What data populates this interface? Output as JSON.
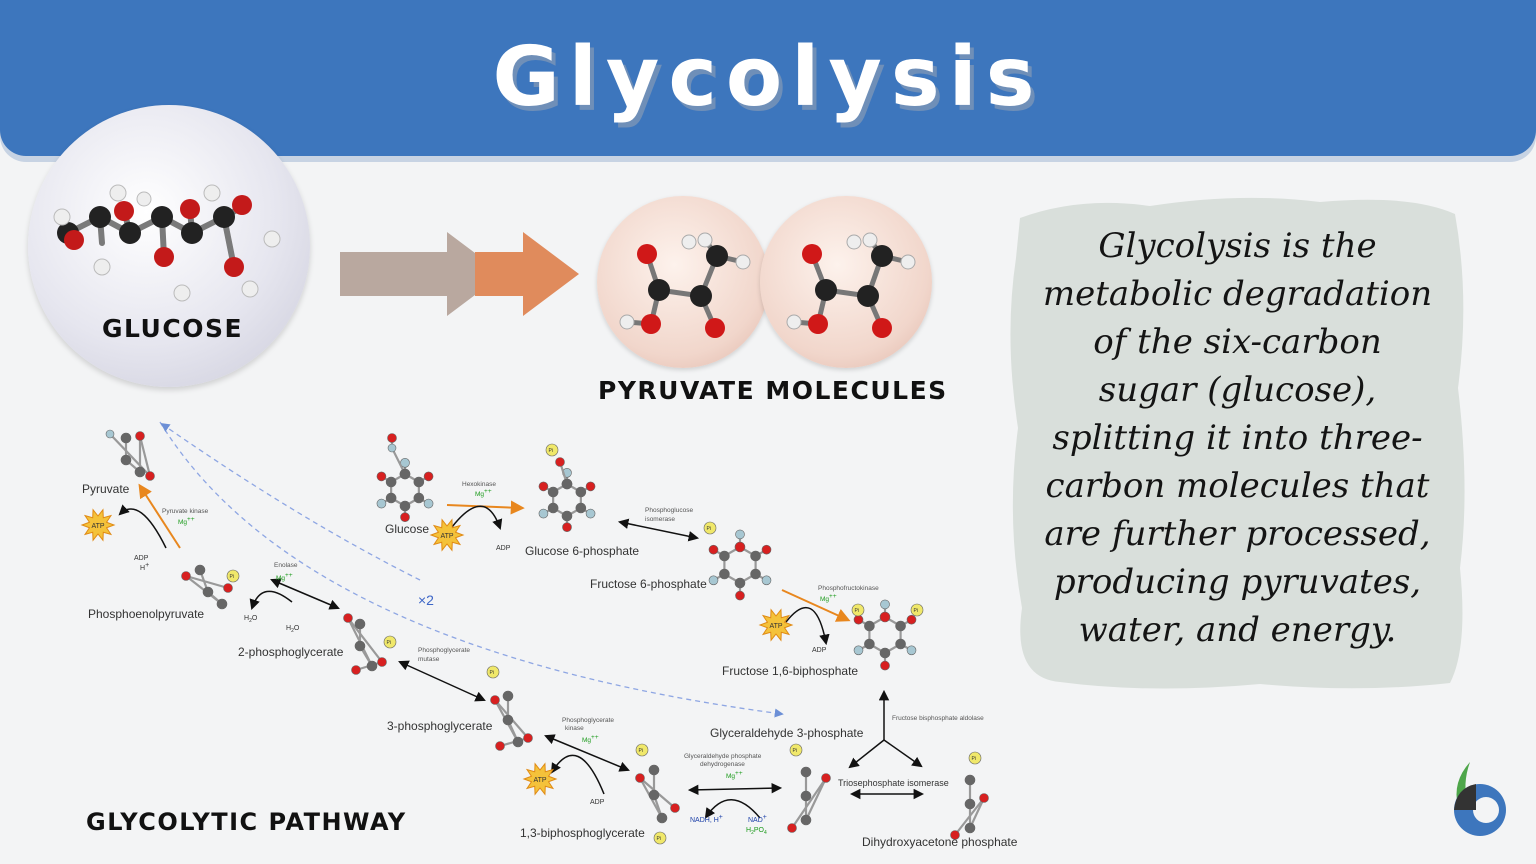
{
  "header": {
    "title": "Glycolysis",
    "banner_color": "#3d76bd"
  },
  "reaction": {
    "reactant_label": "GLUCOSE",
    "product_label": "PYRUVATE MOLECULES",
    "arrow_colors": [
      "#b9a89f",
      "#e08b5c"
    ]
  },
  "description": {
    "lines": [
      "Glycolysis is the",
      "metabolic degradation",
      "of the six-carbon",
      "sugar (glucose),",
      "splitting it into three-",
      "carbon molecules that",
      "are further processed,",
      "producing pyruvates,",
      "water, and energy."
    ]
  },
  "pathway": {
    "caption": "GLYCOLYTIC PATHWAY",
    "multiplier": "×2",
    "molecules": {
      "glucose": "Glucose",
      "g6p": "Glucose 6-phosphate",
      "f6p": "Fructose 6-phosphate",
      "f16bp": "Fructose 1,6-biphosphate",
      "g3p": "Glyceraldehyde 3-phosphate",
      "dhap": "Dihydroxyacetone phosphate",
      "bpg": "1,3-biphosphoglycerate",
      "pg3": "3-phosphoglycerate",
      "pg2": "2-phosphoglycerate",
      "pep": "Phosphoenolpyruvate",
      "pyruvate": "Pyruvate"
    },
    "enzymes": {
      "hexokinase": "Hexokinase",
      "pgi_1": "Phosphoglucose",
      "pgi_2": "isomerase",
      "pfk": "Phosphofructokinase",
      "aldolase": "Fructose bisphosphate aldolase",
      "tpi": "Triosephosphate isomerase",
      "gapdh_1": "Glyceraldehyde phosphate",
      "gapdh_2": "dehydrogenase",
      "pgk_1": "Phosphoglycerate",
      "pgk_2": "kinase",
      "pgm_1": "Phosphoglycerate",
      "pgm_2": "mutase",
      "enolase": "Enolase",
      "pk": "Pyruvate kinase"
    },
    "cofactors": {
      "mg": "Mg",
      "mg_charge": "++",
      "atp": "ATP",
      "adp": "ADP",
      "h2o": "H",
      "h2o_sub": "2",
      "h2o_o": "O",
      "nadh": "NADH, H",
      "nad": "NAD",
      "hpo4": "H",
      "hpo4_sub": "2",
      "hpo4_rest": "PO",
      "hpo4_sub2": "4",
      "h_plus": "H",
      "plus": "+",
      "pi": "Pi"
    }
  },
  "logo": {
    "name": "biology-dictionary-logo",
    "colors": [
      "#3d76bd",
      "#4ea64a",
      "#333333"
    ]
  }
}
